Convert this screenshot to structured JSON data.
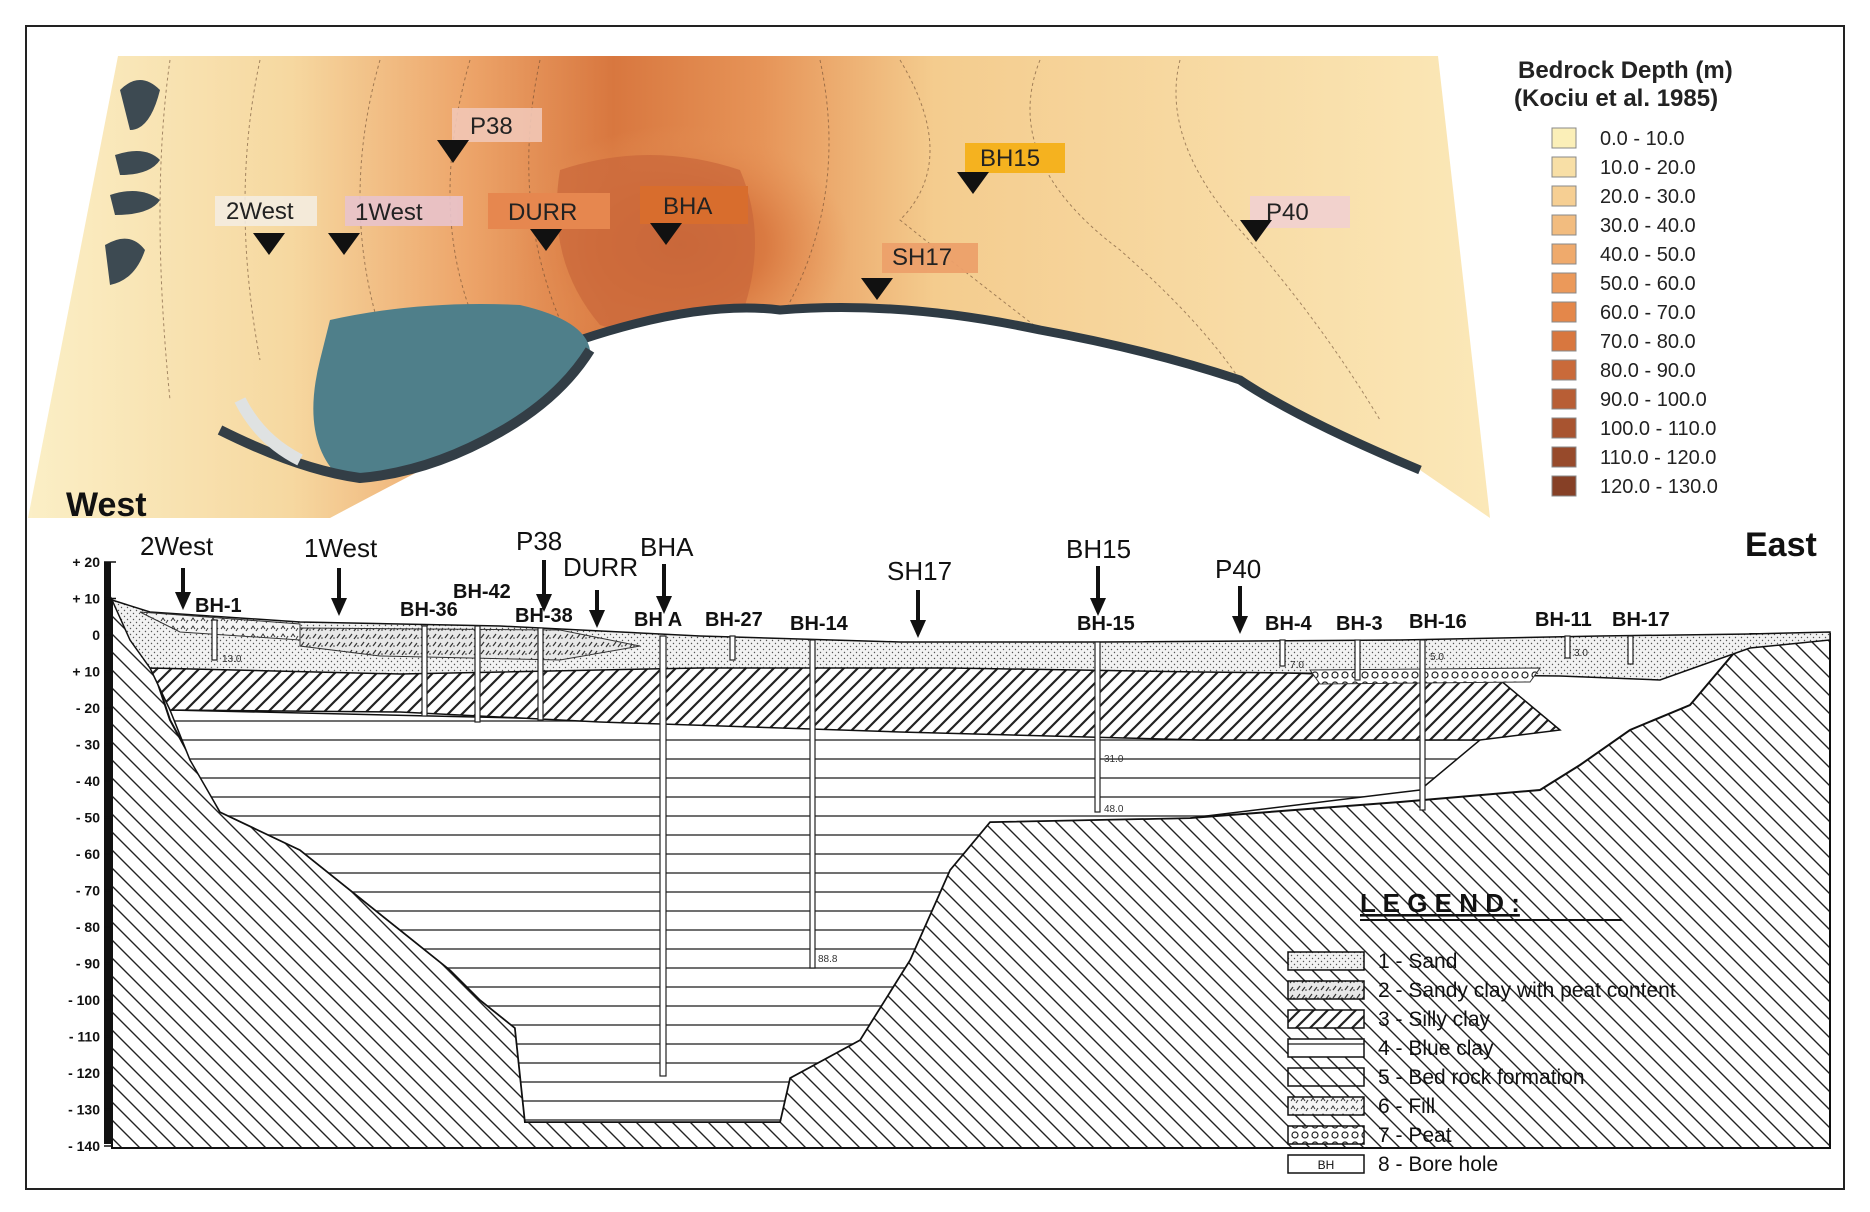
{
  "map": {
    "legend_title_line1": "Bedrock Depth (m)",
    "legend_title_line2": "(Kociu et al. 1985)",
    "legend_items": [
      {
        "label": "0.0 - 10.0",
        "color": "#fbefb8"
      },
      {
        "label": "10.0 - 20.0",
        "color": "#f8dfa6"
      },
      {
        "label": "20.0 - 30.0",
        "color": "#f6cf93"
      },
      {
        "label": "30.0 - 40.0",
        "color": "#f2bc7f"
      },
      {
        "label": "40.0 - 50.0",
        "color": "#efaa6c"
      },
      {
        "label": "50.0 - 60.0",
        "color": "#eb995a"
      },
      {
        "label": "60.0 - 70.0",
        "color": "#e4874a"
      },
      {
        "label": "70.0 - 80.0",
        "color": "#d8773f"
      },
      {
        "label": "80.0 - 90.0",
        "color": "#c96a3a"
      },
      {
        "label": "90.0 - 100.0",
        "color": "#b85e35"
      },
      {
        "label": "100.0 - 110.0",
        "color": "#a85430"
      },
      {
        "label": "110.0 - 120.0",
        "color": "#974a2b"
      },
      {
        "label": "120.0 - 130.0",
        "color": "#864026"
      }
    ],
    "sites": {
      "west2": "2West",
      "west1": "1West",
      "p38": "P38",
      "durr": "DURR",
      "bha": "BHA",
      "bh15": "BH15",
      "sh17": "SH17",
      "p40": "P40"
    }
  },
  "section": {
    "west": "West",
    "east": "East",
    "y_ticks": [
      "+ 20",
      "+ 10",
      "0",
      "+ 10",
      "- 20",
      "- 30",
      "- 40",
      "- 50",
      "- 60",
      "- 70",
      "- 80",
      "- 90",
      "- 100",
      "- 110",
      "- 120",
      "- 130",
      "- 140"
    ],
    "arrow_labels": {
      "west2": "2West",
      "west1": "1West",
      "p38": "P38",
      "durr": "DURR",
      "bha": "BHA",
      "sh17": "SH17",
      "bh15": "BH15",
      "p40": "P40"
    },
    "boreholes": {
      "bh1": "BH-1",
      "bh36": "BH-36",
      "bh42": "BH-42",
      "bh38": "BH-38",
      "bha": "BH A",
      "bh27": "BH-27",
      "bh14": "BH-14",
      "bh15": "BH-15",
      "bh4": "BH-4",
      "bh3": "BH-3",
      "bh16": "BH-16",
      "bh11": "BH-11",
      "bh17": "BH-17"
    },
    "depth_marks": {
      "bh1": "13.0",
      "bh15a": "31.0",
      "bh15b": "48.0",
      "bh14": "88.8",
      "bh4": "7.0",
      "bh16": "5.0",
      "bh11": "3.0"
    },
    "legend_title": "L E G E N D :",
    "legend_items": [
      "1 - Sand",
      "2 - Sandy clay with peat content",
      "3 - Silly clay",
      "4 - Blue clay",
      "5 - Bed rock formation",
      "6 - Fill",
      "7 - Peat",
      "8 - Bore hole"
    ],
    "bh_icon": "BH"
  }
}
